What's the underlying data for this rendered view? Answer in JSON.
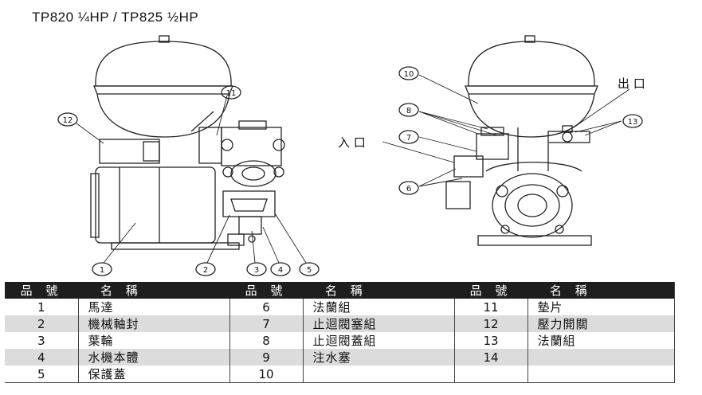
{
  "title": "TP820 ¼HP / TP825 ½HP",
  "labels": {
    "inlet": "入 口",
    "outlet": "出 口"
  },
  "callouts_left": [
    "12",
    "11",
    "1",
    "2",
    "3",
    "4",
    "5"
  ],
  "callouts_right": [
    "10",
    "8",
    "7",
    "6",
    "13"
  ],
  "table": {
    "headers": [
      "品 號",
      "名 稱",
      "品 號",
      "名 稱",
      "品 號",
      "名 稱"
    ],
    "rows": [
      [
        "1",
        "馬達",
        "6",
        "法蘭組",
        "11",
        "墊片"
      ],
      [
        "2",
        "機械軸封",
        "7",
        "止迴閥塞組",
        "12",
        "壓力開關"
      ],
      [
        "3",
        "葉輪",
        "8",
        "止迴閥蓋組",
        "13",
        "法蘭組"
      ],
      [
        "4",
        "水機本體",
        "9",
        "注水塞",
        "14",
        ""
      ],
      [
        "5",
        "保護蓋",
        "10",
        "",
        "",
        ""
      ]
    ]
  }
}
